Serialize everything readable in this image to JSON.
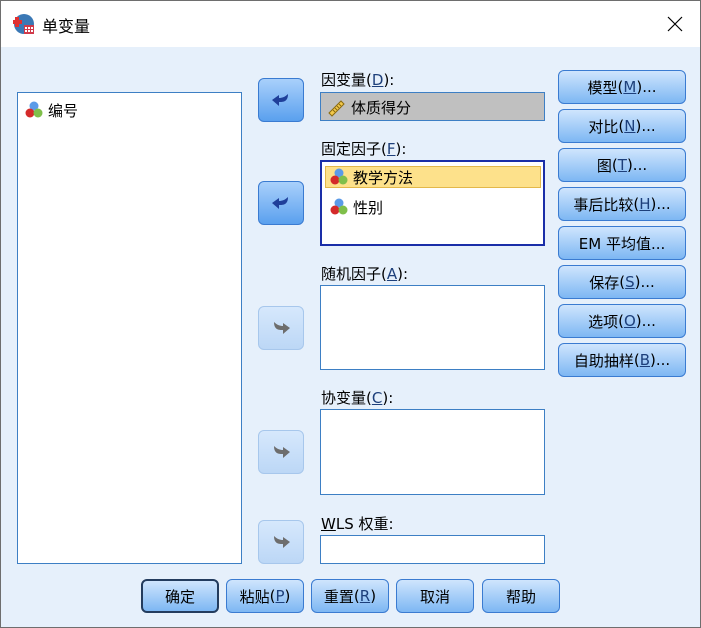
{
  "window": {
    "title": "单变量",
    "icon": "spss-dialog-icon",
    "close_icon": "close-icon"
  },
  "source_list": {
    "items": [
      {
        "label": "编号",
        "icon": "nominal-variable-icon"
      }
    ]
  },
  "dependent": {
    "label": "因变量",
    "mnemonic": "D",
    "value": {
      "label": "体质得分",
      "icon": "scale-variable-icon"
    }
  },
  "fixed_factors": {
    "label": "固定因子",
    "mnemonic": "F",
    "items": [
      {
        "label": "教学方法",
        "icon": "nominal-variable-icon",
        "selected": true
      },
      {
        "label": "性别",
        "icon": "nominal-variable-icon",
        "selected": false
      }
    ]
  },
  "random_factors": {
    "label": "随机因子",
    "mnemonic": "A",
    "items": []
  },
  "covariates": {
    "label": "协变量",
    "mnemonic": "C",
    "items": []
  },
  "wls_weight": {
    "label_prefix": "W",
    "label_rest": "LS 权重:",
    "value": ""
  },
  "side_buttons": [
    {
      "label": "模型",
      "mnemonic": "M",
      "suffix": "..."
    },
    {
      "label": "对比",
      "mnemonic": "N",
      "suffix": "..."
    },
    {
      "label": "图",
      "mnemonic": "T",
      "suffix": "..."
    },
    {
      "label": "事后比较",
      "mnemonic": "H",
      "suffix": "..."
    },
    {
      "label": "EM 平均值...",
      "mnemonic": "E"
    },
    {
      "label": "保存",
      "mnemonic": "S",
      "suffix": "..."
    },
    {
      "label": "选项",
      "mnemonic": "O",
      "suffix": "..."
    },
    {
      "label": "自助抽样",
      "mnemonic": "B",
      "suffix": "..."
    }
  ],
  "bottom_buttons": [
    {
      "label": "确定"
    },
    {
      "label": "粘贴",
      "mnemonic": "P"
    },
    {
      "label": "重置",
      "mnemonic": "R"
    },
    {
      "label": "取消"
    },
    {
      "label": "帮助"
    }
  ],
  "colors": {
    "dialog_bg": "#e6f0fb",
    "button_border": "#3a7bd1",
    "selection": "#fde18b",
    "dependent_bg": "#c0c0c0"
  }
}
